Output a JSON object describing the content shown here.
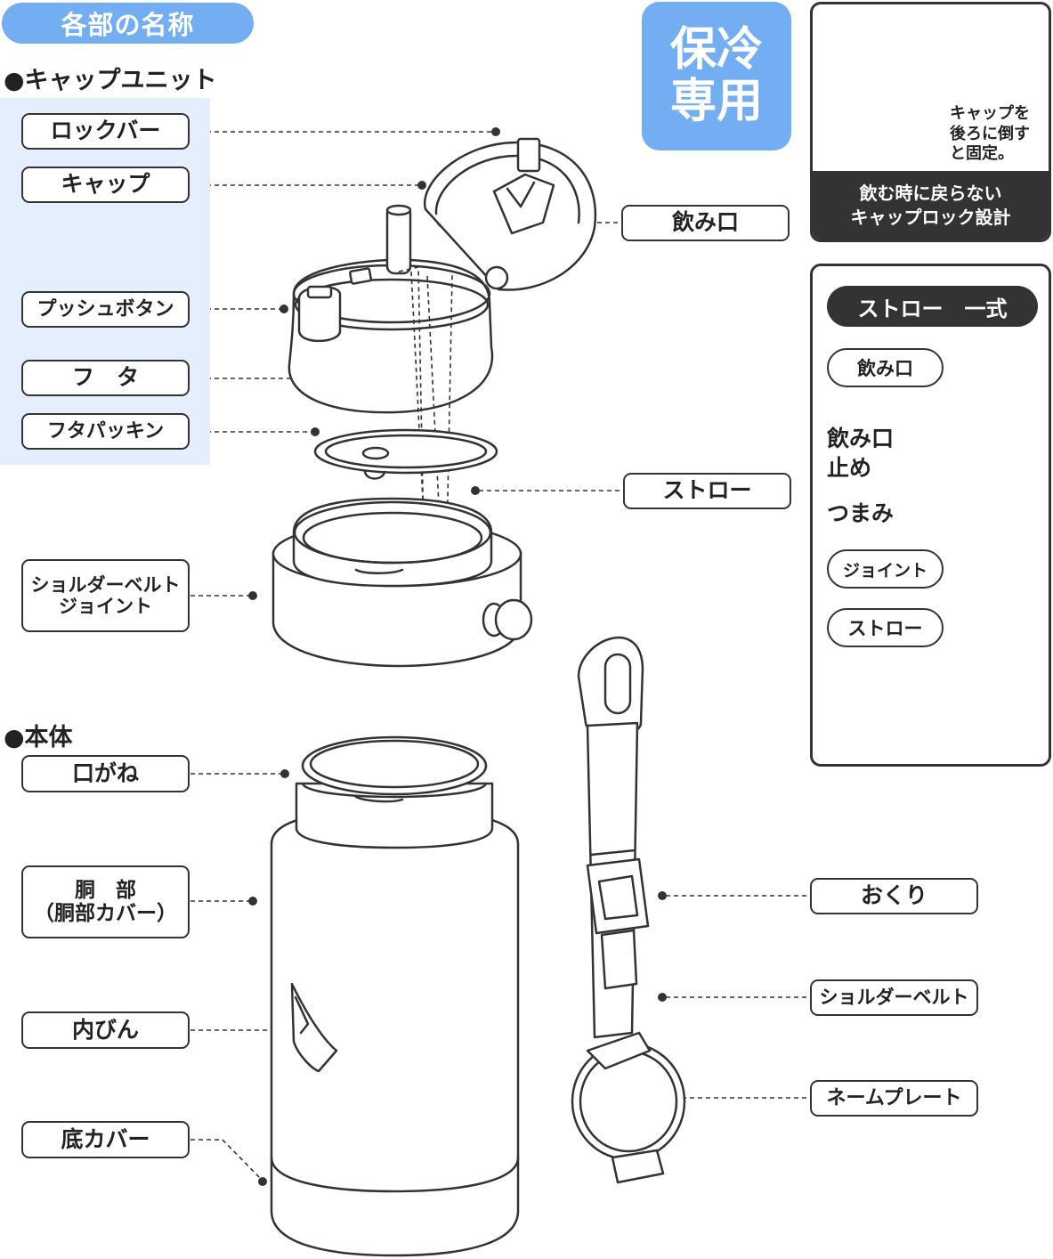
{
  "title": "各部の名称",
  "cap_unit": {
    "heading": "●キャップユニット",
    "labels": {
      "lock_bar": "ロックバー",
      "cap": "キャップ",
      "push_button": "プッシュボタン",
      "lid": "フ　タ",
      "lid_packing": "フタパッキン"
    }
  },
  "shoulder_joint_label": "ショルダーベルト\nジョイント",
  "body_section": {
    "heading": "●本体",
    "labels": {
      "mouth": "口がね",
      "body": "胴　部\n（胴部カバー）",
      "inner_bottle": "内びん",
      "bottom_cover": "底カバー"
    }
  },
  "right_labels": {
    "drinking_spout": "飲み口",
    "straw": "ストロー",
    "buckle": "おくり",
    "shoulder_belt": "ショルダーベルト",
    "name_plate": "ネームプレート"
  },
  "cold_only": "保冷\n専用",
  "lock_panel": {
    "note": "キャップを\n後ろに倒す\nと固定。",
    "band": "飲む時に戻らない\nキャップロック設計"
  },
  "straw_panel": {
    "title": "ストロー　一式",
    "spout": "飲み口",
    "spout_stopper": "飲み口\n止め",
    "knob": "つまみ",
    "joint": "ジョイント",
    "straw": "ストロー"
  },
  "colors": {
    "accent_blue": "#74aef2",
    "cap_bg": "#e4eefc",
    "dark": "#333333",
    "straw_gray": "#9a9a9a"
  }
}
